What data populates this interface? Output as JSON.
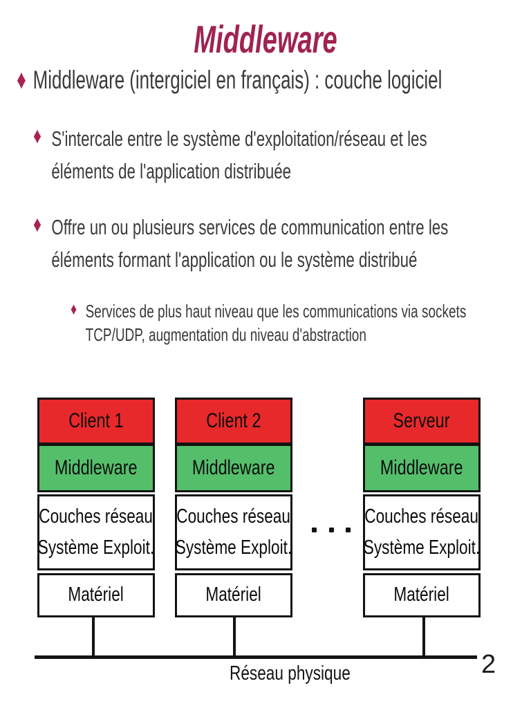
{
  "slide": {
    "title": "Middleware",
    "page_number": "2"
  },
  "bullets": [
    {
      "level": 1,
      "lines": [
        "Middleware (intergiciel en français) : couche logiciel"
      ]
    },
    {
      "level": 2,
      "lines": [
        "S'intercale entre le système d'exploitation/réseau et les",
        "éléments de l'application distribuée"
      ]
    },
    {
      "level": 2,
      "lines": [
        "Offre un ou plusieurs services de communication entre les",
        "éléments formant l'application ou le système distribué"
      ]
    },
    {
      "level": 3,
      "lines": [
        "Services de plus haut niveau que les communications via sockets",
        "TCP/UDP, augmentation du niveau d'abstraction"
      ]
    }
  ],
  "diagram": {
    "stacks": [
      {
        "app_label": "Client 1",
        "middleware_label": "Middleware",
        "os_line1": "Couches réseau",
        "os_line2": "Système Exploit.",
        "hardware_label": "Matériel"
      },
      {
        "app_label": "Client 2",
        "middleware_label": "Middleware",
        "os_line1": "Couches réseau",
        "os_line2": "Système Exploit.",
        "hardware_label": "Matériel"
      },
      {
        "app_label": "Serveur",
        "middleware_label": "Middleware",
        "os_line1": "Couches réseau",
        "os_line2": "Système Exploit.",
        "hardware_label": "Matériel"
      }
    ],
    "network_label": "Réseau physique"
  },
  "colors": {
    "accent": "#A02350",
    "bullet_diamond": "#A8234F",
    "body_text": "#3A3A3A",
    "app_red": "#E8292B",
    "middleware_green": "#54BE6B",
    "box_border": "#121212"
  }
}
